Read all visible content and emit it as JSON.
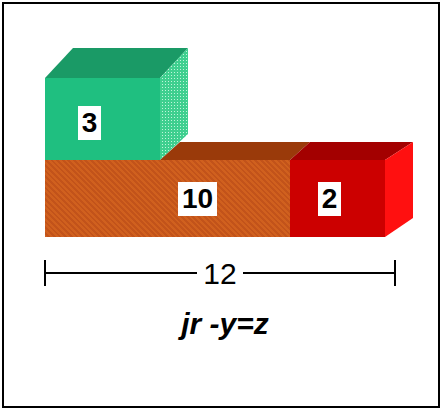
{
  "diagram": {
    "nodes": [
      {
        "text": [
          "3"
        ]
      },
      {
        "text": [
          "10"
        ]
      },
      {
        "text": [
          "2"
        ]
      }
    ],
    "labels": [
      "12",
      "jr -y=z"
    ]
  }
}
